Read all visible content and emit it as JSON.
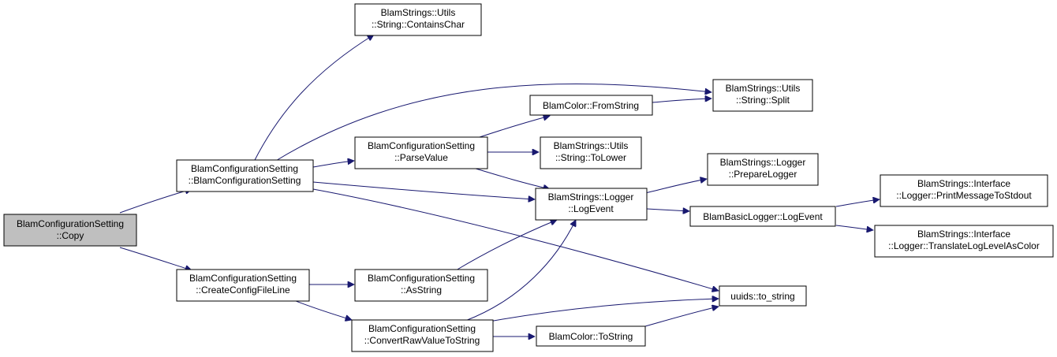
{
  "nodes": {
    "copy": [
      "BlamConfigurationSetting",
      "::Copy"
    ],
    "ctor": [
      "BlamConfigurationSetting",
      "::BlamConfigurationSetting"
    ],
    "create_cfg": [
      "BlamConfigurationSetting",
      "::CreateConfigFileLine"
    ],
    "contains_char": [
      "BlamStrings::Utils",
      "::String::ContainsChar"
    ],
    "split": [
      "BlamStrings::Utils",
      "::String::Split"
    ],
    "from_string": [
      "BlamColor::FromString"
    ],
    "parse_value": [
      "BlamConfigurationSetting",
      "::ParseValue"
    ],
    "to_lower": [
      "BlamStrings::Utils",
      "::String::ToLower"
    ],
    "log_event": [
      "BlamStrings::Logger",
      "::LogEvent"
    ],
    "prepare_logger": [
      "BlamStrings::Logger",
      "::PrepareLogger"
    ],
    "basic_log_event": [
      "BlamBasicLogger::LogEvent"
    ],
    "print_stdout": [
      "BlamStrings::Interface",
      "::Logger::PrintMessageToStdout"
    ],
    "translate_color": [
      "BlamStrings::Interface",
      "::Logger::TranslateLogLevelAsColor"
    ],
    "as_string": [
      "BlamConfigurationSetting",
      "::AsString"
    ],
    "convert_raw": [
      "BlamConfigurationSetting",
      "::ConvertRawValueToString"
    ],
    "uuids_to_string": [
      "uuids::to_string"
    ],
    "color_to_string": [
      "BlamColor::ToString"
    ]
  },
  "edges": [
    [
      "copy",
      "ctor"
    ],
    [
      "copy",
      "create_cfg"
    ],
    [
      "ctor",
      "contains_char"
    ],
    [
      "ctor",
      "split"
    ],
    [
      "ctor",
      "parse_value"
    ],
    [
      "ctor",
      "log_event"
    ],
    [
      "ctor",
      "uuids_to_string"
    ],
    [
      "parse_value",
      "from_string"
    ],
    [
      "parse_value",
      "to_lower"
    ],
    [
      "parse_value",
      "log_event"
    ],
    [
      "from_string",
      "split"
    ],
    [
      "log_event",
      "prepare_logger"
    ],
    [
      "log_event",
      "basic_log_event"
    ],
    [
      "basic_log_event",
      "print_stdout"
    ],
    [
      "basic_log_event",
      "translate_color"
    ],
    [
      "create_cfg",
      "as_string"
    ],
    [
      "create_cfg",
      "convert_raw"
    ],
    [
      "as_string",
      "log_event"
    ],
    [
      "convert_raw",
      "log_event"
    ],
    [
      "convert_raw",
      "uuids_to_string"
    ],
    [
      "convert_raw",
      "color_to_string"
    ],
    [
      "color_to_string",
      "uuids_to_string"
    ]
  ],
  "root": "copy"
}
